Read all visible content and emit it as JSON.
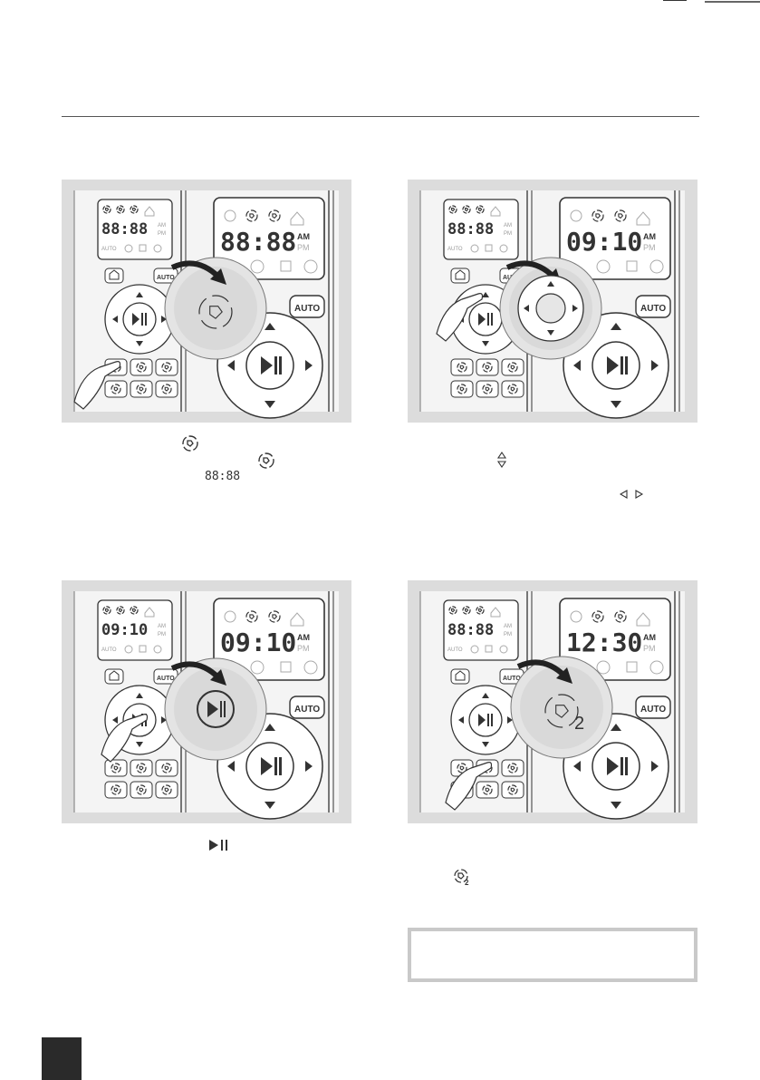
{
  "panels": [
    {
      "id": "1",
      "small_display": "88:88",
      "large_display": "88:88",
      "large_ampm": [
        "AM",
        "PM"
      ],
      "small_ampm": [
        "AM",
        "PM"
      ],
      "highlight": "clock-icon",
      "auto_label": "AUTO",
      "zoom": "clock-circle"
    },
    {
      "id": "2",
      "small_display": "88:88",
      "large_display": "09:10",
      "large_ampm": [
        "AM",
        "PM"
      ],
      "small_ampm": [
        "AM",
        "PM"
      ],
      "highlight": "arrows",
      "auto_label": "AUTO",
      "zoom": "direction-pad"
    },
    {
      "id": "3",
      "small_display": "09:10",
      "large_display": "09:10",
      "large_ampm": [
        "AM",
        "PM"
      ],
      "small_ampm": [
        "AM",
        "PM"
      ],
      "highlight": "play-pause",
      "auto_label": "AUTO",
      "zoom": "play-pause"
    },
    {
      "id": "4",
      "small_display": "88:88",
      "large_display": "12:30",
      "large_ampm": [
        "AM",
        "PM"
      ],
      "small_ampm": [
        "AM",
        "PM"
      ],
      "highlight": "clock2-icon",
      "auto_label": "AUTO",
      "zoom": "clock2",
      "zoom_label": "2"
    }
  ],
  "inline_text": {
    "p1_display": "88:88",
    "p4_icon_sub": "2"
  },
  "colors": {
    "panel_bg": "#dcdcdc",
    "remote_bg": "#f4f4f4",
    "line": "#333333",
    "zoom_fill": "#d9d9d9",
    "note_border": "#c9c9c9"
  }
}
